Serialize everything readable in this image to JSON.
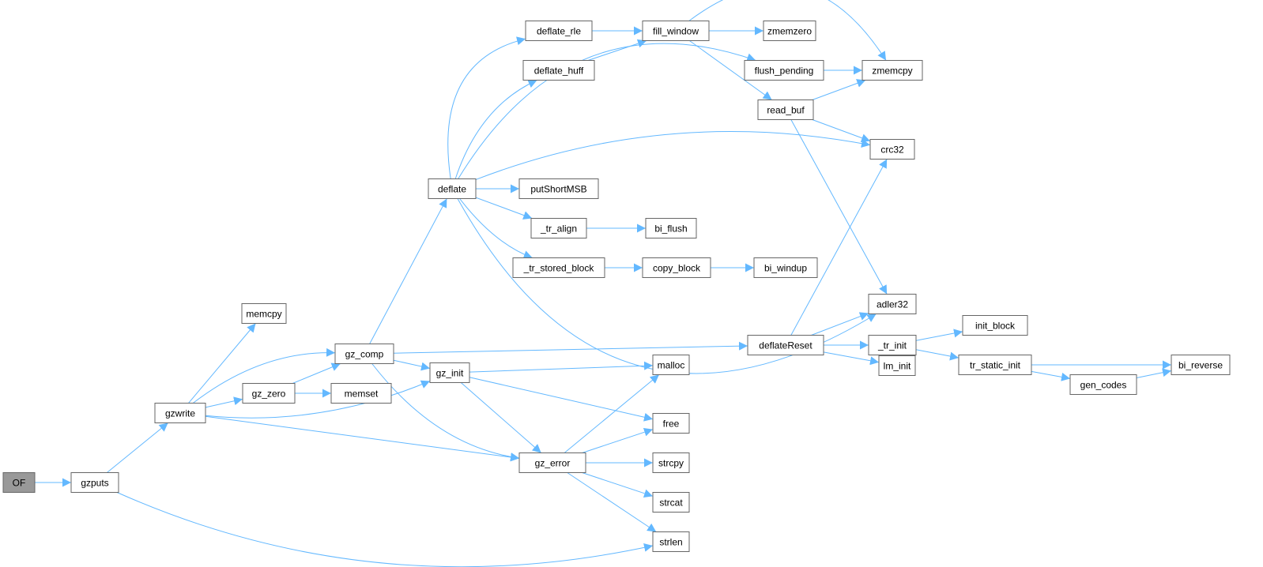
{
  "graph": {
    "root": "OF",
    "colors": {
      "edge": "#63b8ff",
      "node_border": "#666666",
      "root_fill": "#999999",
      "node_fill": "#ffffff"
    },
    "nodes": [
      "OF",
      "gzputs",
      "gzwrite",
      "memcpy",
      "gz_comp",
      "gz_zero",
      "memset",
      "gz_init",
      "gz_error",
      "malloc",
      "free",
      "strcpy",
      "strcat",
      "strlen",
      "deflate",
      "deflate_rle",
      "deflate_huff",
      "fill_window",
      "zmemzero",
      "flush_pending",
      "zmemcpy",
      "read_buf",
      "crc32",
      "putShortMSB",
      "_tr_align",
      "bi_flush",
      "_tr_stored_block",
      "copy_block",
      "bi_windup",
      "adler32",
      "deflateReset",
      "_tr_init",
      "lm_init",
      "init_block",
      "tr_static_init",
      "gen_codes",
      "bi_reverse"
    ],
    "edges": [
      [
        "OF",
        "gzputs"
      ],
      [
        "gzputs",
        "gzwrite"
      ],
      [
        "gzputs",
        "strlen"
      ],
      [
        "gzwrite",
        "memcpy"
      ],
      [
        "gzwrite",
        "gz_comp"
      ],
      [
        "gzwrite",
        "gz_zero"
      ],
      [
        "gzwrite",
        "gz_init"
      ],
      [
        "gzwrite",
        "gz_error"
      ],
      [
        "gz_zero",
        "gz_comp"
      ],
      [
        "gz_zero",
        "memset"
      ],
      [
        "gz_comp",
        "deflate"
      ],
      [
        "gz_comp",
        "deflateReset"
      ],
      [
        "gz_comp",
        "gz_init"
      ],
      [
        "gz_comp",
        "gz_error"
      ],
      [
        "gz_init",
        "malloc"
      ],
      [
        "gz_init",
        "free"
      ],
      [
        "gz_init",
        "gz_error"
      ],
      [
        "gz_error",
        "malloc"
      ],
      [
        "gz_error",
        "free"
      ],
      [
        "gz_error",
        "strcpy"
      ],
      [
        "gz_error",
        "strcat"
      ],
      [
        "gz_error",
        "strlen"
      ],
      [
        "deflate",
        "deflate_rle"
      ],
      [
        "deflate",
        "deflate_huff"
      ],
      [
        "deflate",
        "flush_pending"
      ],
      [
        "deflate",
        "crc32"
      ],
      [
        "deflate",
        "putShortMSB"
      ],
      [
        "deflate",
        "_tr_align"
      ],
      [
        "deflate",
        "_tr_stored_block"
      ],
      [
        "deflate",
        "adler32"
      ],
      [
        "deflate_rle",
        "fill_window"
      ],
      [
        "deflate_huff",
        "fill_window"
      ],
      [
        "fill_window",
        "zmemzero"
      ],
      [
        "fill_window",
        "zmemcpy"
      ],
      [
        "fill_window",
        "read_buf"
      ],
      [
        "flush_pending",
        "zmemcpy"
      ],
      [
        "read_buf",
        "zmemcpy"
      ],
      [
        "read_buf",
        "crc32"
      ],
      [
        "read_buf",
        "adler32"
      ],
      [
        "_tr_align",
        "bi_flush"
      ],
      [
        "_tr_stored_block",
        "copy_block"
      ],
      [
        "copy_block",
        "bi_windup"
      ],
      [
        "deflateReset",
        "crc32"
      ],
      [
        "deflateReset",
        "adler32"
      ],
      [
        "deflateReset",
        "_tr_init"
      ],
      [
        "deflateReset",
        "lm_init"
      ],
      [
        "_tr_init",
        "init_block"
      ],
      [
        "_tr_init",
        "tr_static_init"
      ],
      [
        "tr_static_init",
        "bi_reverse"
      ],
      [
        "tr_static_init",
        "gen_codes"
      ],
      [
        "gen_codes",
        "bi_reverse"
      ]
    ]
  }
}
